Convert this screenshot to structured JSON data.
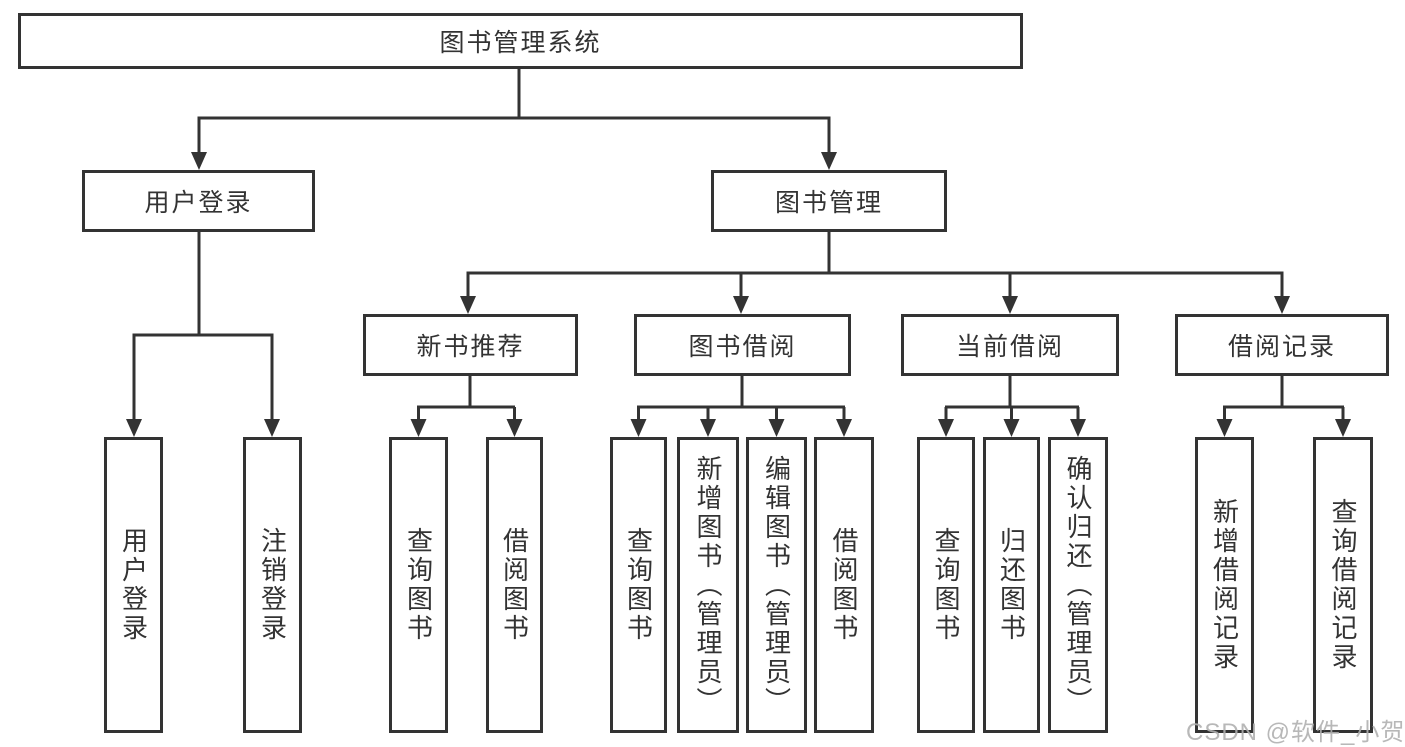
{
  "diagram_title": "图书管理系统",
  "tree": {
    "root": {
      "label": "图书管理系统"
    },
    "user_login": {
      "label": "用户登录",
      "children": [
        "用户登录",
        "注销登录"
      ]
    },
    "book_mgmt": {
      "label": "图书管理"
    },
    "new_books": {
      "label": "新书推荐",
      "children": [
        "查询图书",
        "借阅图书"
      ]
    },
    "borrowing": {
      "label": "图书借阅",
      "children": [
        "查询图书",
        "新增图书（管理员）",
        "编辑图书（管理员）",
        "借阅图书"
      ]
    },
    "current_borrow": {
      "label": "当前借阅",
      "children": [
        "查询图书",
        "归还图书",
        "确认归还（管理员）"
      ]
    },
    "borrow_records": {
      "label": "借阅记录",
      "children": [
        "新增借阅记录",
        "查询借阅记录"
      ]
    }
  },
  "watermark": "CSDN @软件_小贺同学",
  "colors": {
    "line": "#333333",
    "box_border": "#333333",
    "box_fill": "#ffffff",
    "text": "#333333",
    "watermark": "#b1b1b1",
    "background": "#ffffff"
  }
}
